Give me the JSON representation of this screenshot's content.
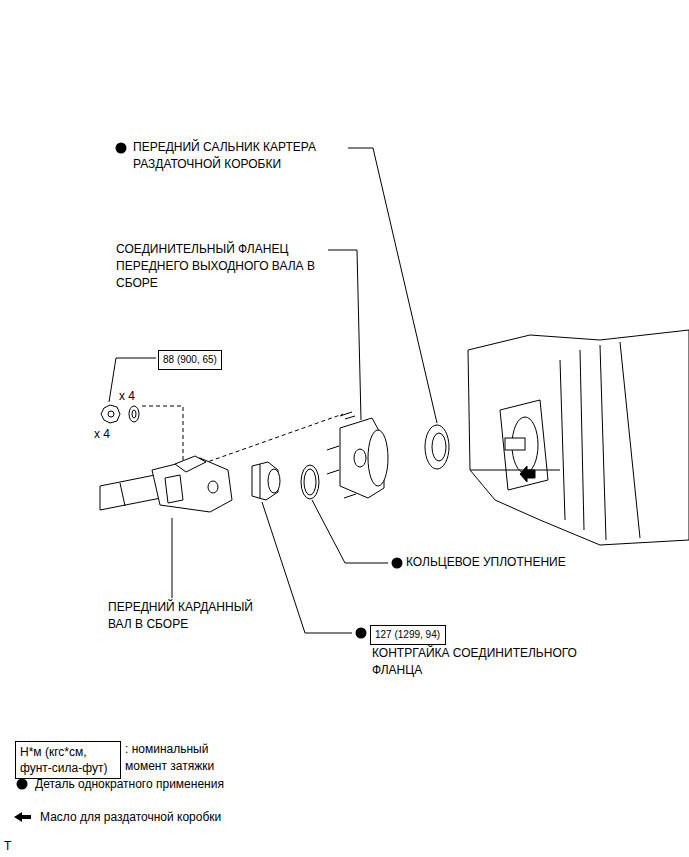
{
  "diagram": {
    "nodes": [
      {
        "text": [
          "88 (900, 65)"
        ]
      },
      {
        "text": [
          "127 (1299, 94)"
        ]
      },
      {
        "text": [
          "Н*м (кгс*см, фунт-сила-фут)"
        ]
      }
    ],
    "labels": [
      "ПЕРЕДНИЙ САЛЬНИК КАРТЕРА РАЗДАТОЧНОЙ КОРОБКИ",
      "СОЕДИНИТЕЛЬНЫЙ ФЛАНЕЦ ПЕРЕДНЕГО ВЫХОДНОГО ВАЛА В СБОРЕ",
      "x 4",
      "x 4",
      "КОЛЬЦЕВОЕ УПЛОТНЕНИЕ",
      "ПЕРЕДНИЙ КАРДАННЫЙ ВАЛ В СБОРЕ",
      "КОНТРГАЙКА СОЕДИНИТЕЛЬНОГО ФЛАНЦА",
      "T"
    ],
    "legend": [
      {
        "text": ": номинальный момент затяжки"
      },
      {
        "text": "Деталь однократного применения"
      },
      {
        "text": "Масло для раздаточной коробки"
      }
    ]
  }
}
